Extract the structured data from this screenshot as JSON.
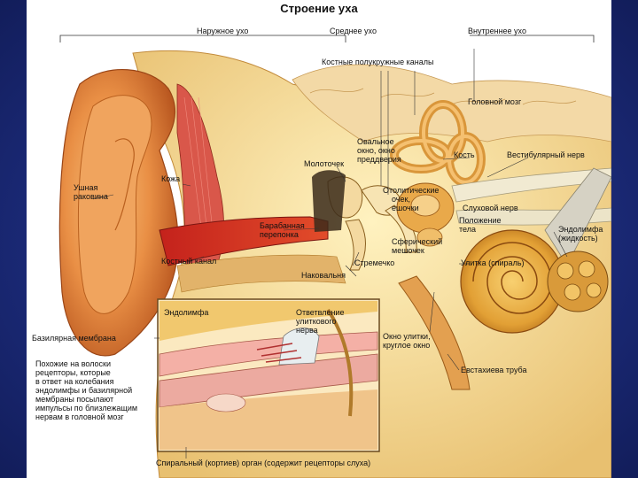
{
  "title": "Строение уха",
  "sections": {
    "outer": "Наружное ухо",
    "middle": "Среднее ухо",
    "inner": "Внутреннее ухо"
  },
  "labels": {
    "canals": "Костные полукружные каналы",
    "brain": "Головной мозг",
    "oval_window": [
      "Овальное",
      "окно, окно",
      "преддверия"
    ],
    "bone": "Кость",
    "vestibular_nerve": "Вестибулярный нерв",
    "malleus": "Молоточек",
    "auricle": [
      "Ушная",
      "раковина"
    ],
    "skin": "Кожа",
    "otoliths": [
      "Отолитические",
      "очек,",
      "ешочки"
    ],
    "auditory_nerve": "Слуховой нерв",
    "position": [
      "Положение",
      "тела"
    ],
    "endolymph": [
      "Эндолимфа",
      "(жидкость)"
    ],
    "eardrum": [
      "Барабанная",
      "перепонка"
    ],
    "membrane_small": [
      "Сферический",
      "мешочек"
    ],
    "bony_canal": "Костный канал",
    "stapes": "Стремечко",
    "cochlea": "Улитка (спираль)",
    "incus": "Наковальня",
    "inset_endolymph": "Эндолимфа",
    "nerve_branch": [
      "Ответвление",
      "улиткового",
      "нерва"
    ],
    "basilar": "Базилярная мембрана",
    "round_window": [
      "Окно улитки,",
      "круглое окно"
    ],
    "eustachian": "Евстахиева труба",
    "receptors": [
      "Похожие на волоски",
      "рецепторы, которые",
      "в ответ на колебания",
      "эндолимфы и базилярной",
      "мембраны посылают",
      "импульсы по близлежащим",
      "нервам в головной мозг"
    ],
    "organ_corti": "Спиральный (кортиев) орган (содержит рецепторы слуха)"
  }
}
